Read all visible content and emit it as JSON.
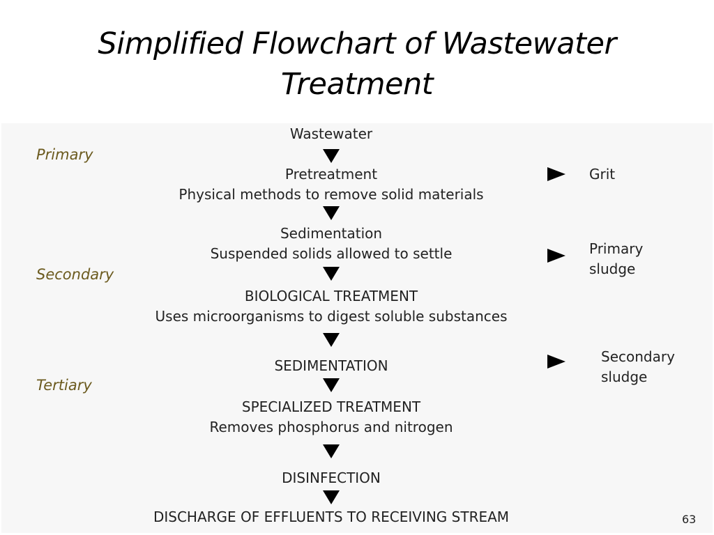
{
  "title": {
    "line1": "Simplified Flowchart of Wastewater",
    "line2": "Treatment"
  },
  "stages": {
    "primary": "Primary",
    "secondary": "Secondary",
    "tertiary": "Tertiary"
  },
  "steps": {
    "wastewater": "Wastewater",
    "pretreatment": "Pretreatment",
    "pretreatment_desc": "Physical methods to remove solid materials",
    "sedimentation": "Sedimentation",
    "sedimentation_desc": "Suspended solids allowed to settle",
    "biological": "BIOLOGICAL TREATMENT",
    "biological_desc": "Uses microorganisms to digest soluble substances",
    "sedimentation2": "SEDIMENTATION",
    "specialized": "SPECIALIZED TREATMENT",
    "specialized_desc": "Removes phosphorus and nitrogen",
    "disinfection": "DISINFECTION",
    "discharge": "DISCHARGE OF EFFLUENTS TO RECEIVING STREAM"
  },
  "outputs": {
    "grit": "Grit",
    "primary_sludge_1": "Primary",
    "primary_sludge_2": "sludge",
    "secondary_sludge_1": "Secondary",
    "secondary_sludge_2": "sludge"
  },
  "page_number": "63",
  "colors": {
    "stage_label": "#6b5a1e",
    "panel_background": "#f7f7f7",
    "arrow": "#000000"
  },
  "icons": {
    "flow_arrow": "down-triangle-arrow-icon",
    "output_arrow": "right-triangle-arrow-icon"
  }
}
